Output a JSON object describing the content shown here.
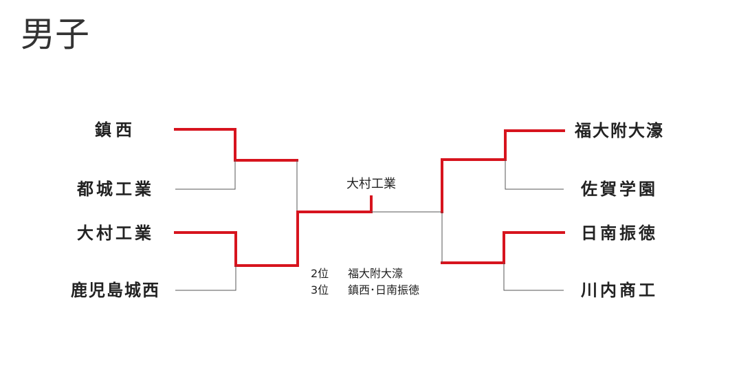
{
  "title": "男子",
  "colors": {
    "winner_line": "#d7141e",
    "loser_line": "#555555"
  },
  "left": {
    "teams": [
      "鎮西",
      "都城工業",
      "大村工業",
      "鹿児島城西"
    ]
  },
  "right": {
    "teams": [
      "福大附大濠",
      "佐賀学園",
      "日南振徳",
      "川内商工"
    ]
  },
  "champion": "大村工業",
  "results": [
    {
      "rank": "2位",
      "teams": "福大附大濠"
    },
    {
      "rank": "3位",
      "teams": "鎮西･日南振徳"
    }
  ]
}
